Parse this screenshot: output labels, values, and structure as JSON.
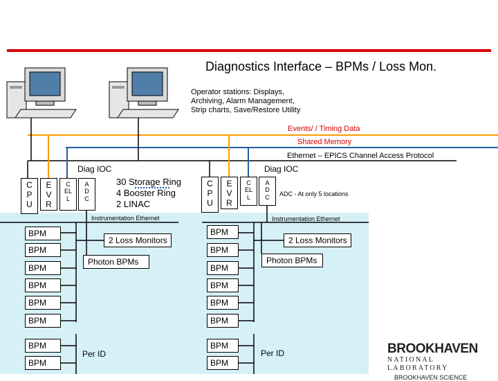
{
  "title": "Diagnostics Interface – BPMs / Loss Mon.",
  "operator_note": [
    "Operator stations: Displays,",
    "Archiving, Alarm Management,",
    "Strip charts, Save/Restore Utility"
  ],
  "buses": {
    "events": "Events/ / Timing Data",
    "shared_memory": "Shared Memory",
    "ethernet": "Ethernet – EPICS Channel Access Protocol",
    "instr_left": "Instrumentation Ethernet",
    "instr_right": "Instrumentation Ethernet"
  },
  "left_ioc": {
    "label": "Diag IOC",
    "cards": [
      "C\nP\nU",
      "E\nV\nR",
      "C\nEL\nL",
      "A\nD\nC"
    ],
    "rings": [
      "30 Storage Ring",
      "4 Booster Ring",
      "2 LINAC"
    ]
  },
  "right_ioc": {
    "label": "Diag IOC",
    "cards": [
      "C\nP\nU",
      "E\nV\nR",
      "C\nEL\nL",
      "A\nD\nC"
    ],
    "adc_note": "ADC - At only 5 locations"
  },
  "left_group": {
    "bpms": [
      "BPM",
      "BPM",
      "BPM",
      "BPM",
      "BPM",
      "BPM",
      "BPM",
      "BPM"
    ],
    "loss": "2 Loss Monitors",
    "photon": "Photon BPMs",
    "per_id": "Per ID"
  },
  "right_group": {
    "bpms": [
      "BPM",
      "BPM",
      "BPM",
      "BPM",
      "BPM",
      "BPM",
      "BPM",
      "BPM"
    ],
    "loss": "2 Loss Monitors",
    "photon": "Photon BPMs",
    "per_id": "Per ID"
  },
  "logo": {
    "name": "BROOKHAVEN",
    "sub": "NATIONAL LABORATORY",
    "footer": "BROOKHAVEN SCIENCE"
  },
  "colors": {
    "accent_red": "#d80000",
    "bus_orange": "#ff9900",
    "bus_blue": "#1f5fa8",
    "field_bg": "#d6f0f7"
  }
}
